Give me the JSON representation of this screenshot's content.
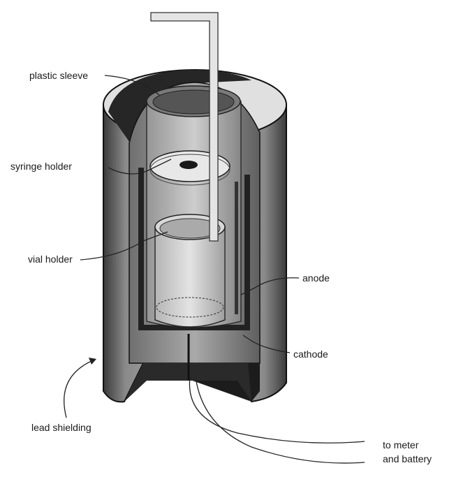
{
  "diagram": {
    "labels": {
      "plastic_sleeve": "plastic sleeve",
      "syringe_holder": "syringe holder",
      "vial_holder": "vial holder",
      "anode": "anode",
      "cathode": "cathode",
      "lead_shielding": "lead shielding",
      "to_meter_line1": "to meter",
      "to_meter_line2": "and battery"
    }
  }
}
